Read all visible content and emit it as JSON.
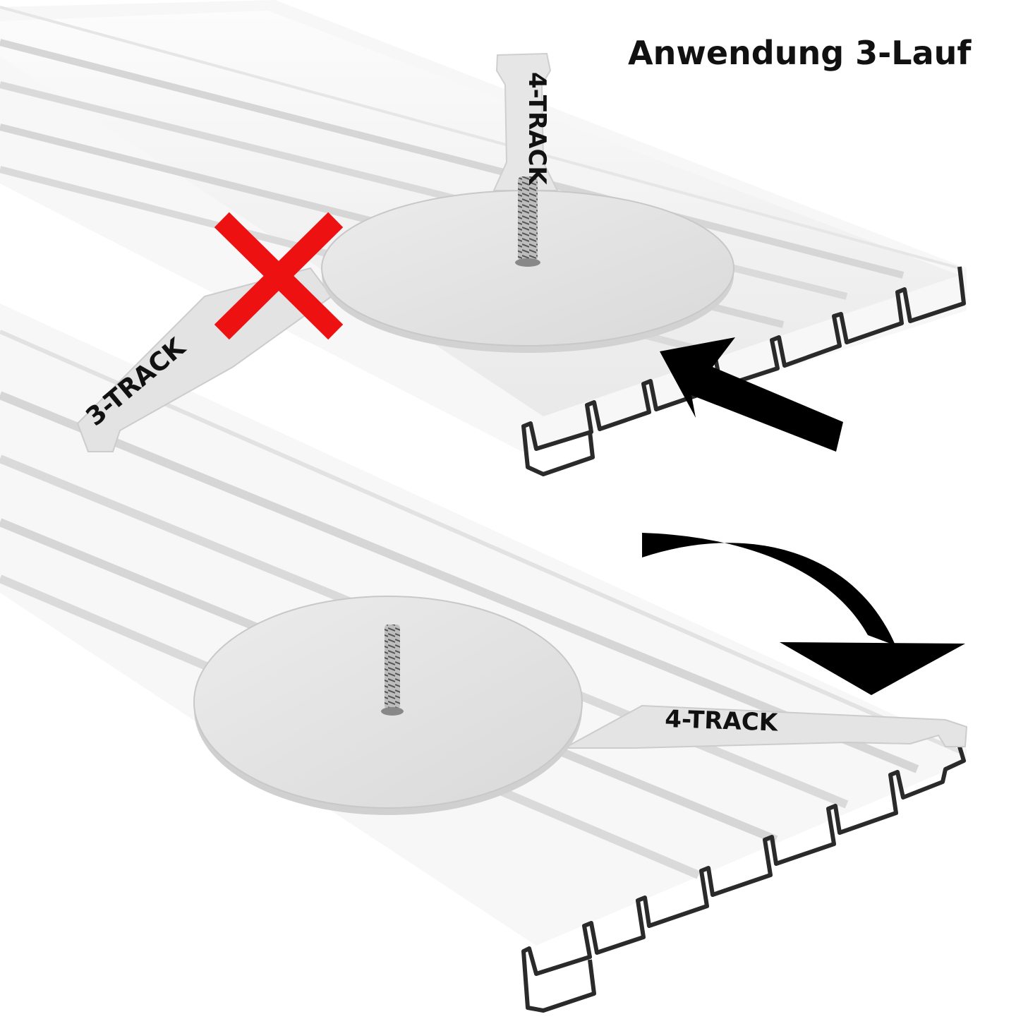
{
  "title": "Anwendung 3-Lauf",
  "top_panel": {
    "tab_short_label": "3-TRACK",
    "tab_long_label": "4-TRACK",
    "cross_mark": "x-icon",
    "arrow": "straight-arrow-icon"
  },
  "bottom_panel": {
    "tab_label": "4-TRACK",
    "arrow": "curved-arrow-icon"
  },
  "colors": {
    "rail": "#f4f4f4",
    "rail_edge": "#dcdcdc",
    "rail_profile": "#2a2a2a",
    "disc": "#e4e4e4",
    "cross": "#ee1111",
    "arrow": "#000000"
  }
}
